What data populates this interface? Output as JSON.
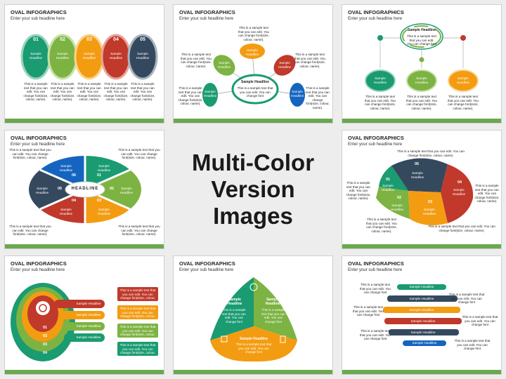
{
  "slide_title": "OVAL INFOGRAPHICS",
  "slide_subtitle": "Enter your sub headline here",
  "center_title": {
    "line1": "Multi-Color",
    "line2": "Version Images"
  },
  "sample_headline": "Sample Headline",
  "headline": "HEADLINE",
  "numbers": [
    "01",
    "02",
    "03",
    "04",
    "05",
    "06"
  ],
  "texts": {
    "short": "This is a sample text that you can edit. You can change font(size, colour, name).",
    "change_font": "This is a sample text that you can edit. You can change font",
    "fill": "This is a sample text that you can edit. You can change font(size, colour, name)."
  },
  "colors": {
    "teal": "#1a9b72",
    "green": "#7cb342",
    "orange": "#f39c12",
    "red": "#c0392b",
    "navy": "#34495e",
    "blue": "#1565c0",
    "accent_bar": "#6aa84f"
  }
}
